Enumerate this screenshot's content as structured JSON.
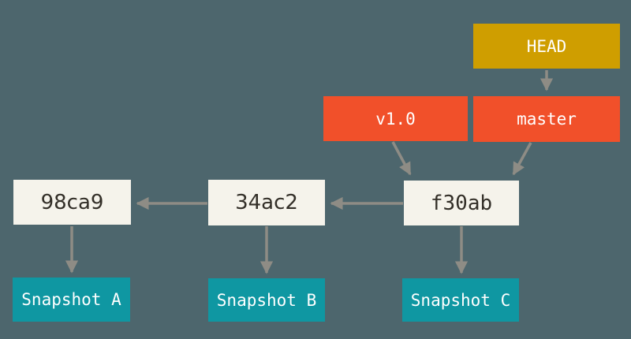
{
  "diagram": {
    "description": "Git HEAD, branch, tag, commits and snapshots diagram",
    "colors": {
      "background": "#4d666d",
      "head_box": "#cf9e00",
      "ref_box": "#f1502a",
      "commit_box": "#f5f3eb",
      "snapshot_box": "#0f97a2",
      "arrow": "#8e8c85",
      "text_light": "#ffffff",
      "text_dark": "#332f28"
    },
    "nodes": {
      "head": {
        "label": "HEAD",
        "type": "head-pointer"
      },
      "master": {
        "label": "master",
        "type": "branch"
      },
      "v1_0": {
        "label": "v1.0",
        "type": "tag"
      },
      "f30ab": {
        "label": "f30ab",
        "type": "commit"
      },
      "c34ac2": {
        "label": "34ac2",
        "type": "commit"
      },
      "c98ca9": {
        "label": "98ca9",
        "type": "commit"
      },
      "snapshot_a": {
        "label": "Snapshot A",
        "type": "snapshot"
      },
      "snapshot_b": {
        "label": "Snapshot B",
        "type": "snapshot"
      },
      "snapshot_c": {
        "label": "Snapshot C",
        "type": "snapshot"
      }
    },
    "edges": [
      {
        "from": "HEAD",
        "to": "master"
      },
      {
        "from": "master",
        "to": "f30ab"
      },
      {
        "from": "v1.0",
        "to": "f30ab"
      },
      {
        "from": "f30ab",
        "to": "34ac2"
      },
      {
        "from": "34ac2",
        "to": "98ca9"
      },
      {
        "from": "98ca9",
        "to": "Snapshot A"
      },
      {
        "from": "34ac2",
        "to": "Snapshot B"
      },
      {
        "from": "f30ab",
        "to": "Snapshot C"
      }
    ]
  }
}
